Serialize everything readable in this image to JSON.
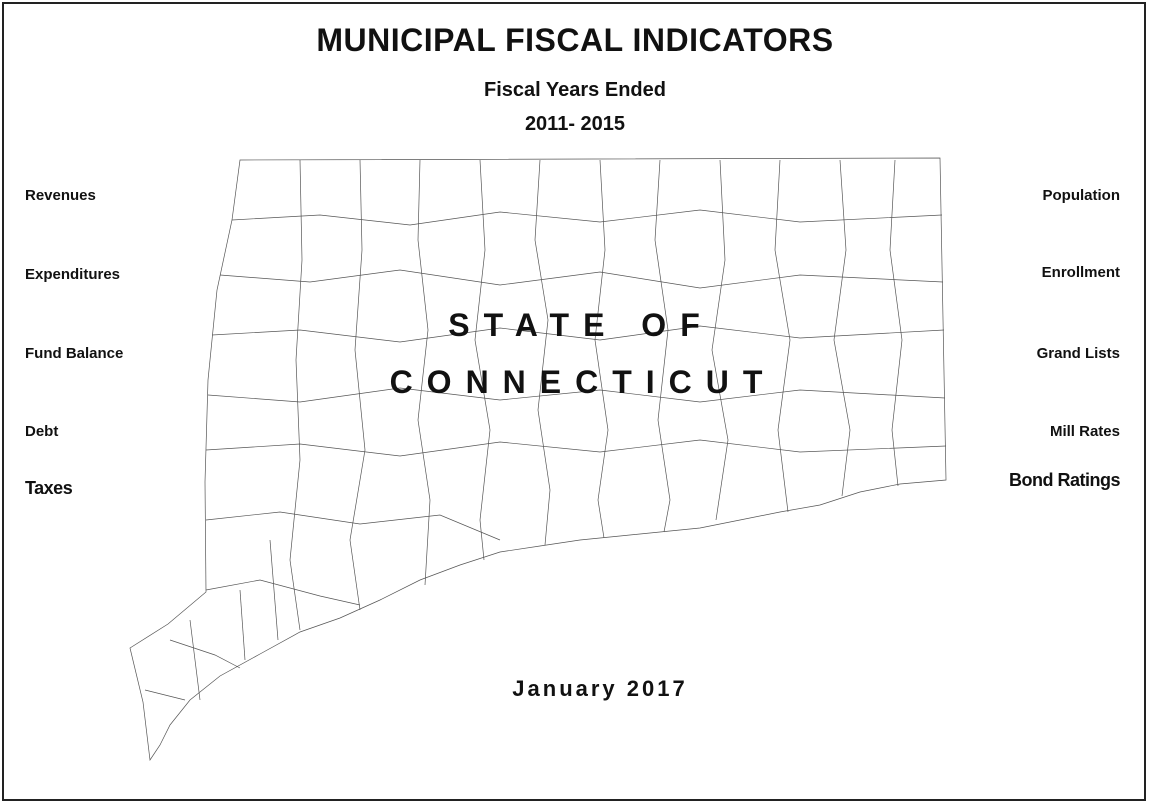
{
  "header": {
    "title": "MUNICIPAL FISCAL INDICATORS",
    "subtitle": "Fiscal Years Ended",
    "years": "2011- 2015"
  },
  "map": {
    "line1": "STATE OF",
    "line2": "CONNECTICUT"
  },
  "left_topics": [
    "Revenues",
    "Expenditures",
    "Fund Balance",
    "Debt",
    "Taxes"
  ],
  "right_topics": [
    "Population",
    "Enrollment",
    "Grand Lists",
    "Mill Rates",
    "Bond Ratings"
  ],
  "footer": {
    "date": "January 2017"
  }
}
